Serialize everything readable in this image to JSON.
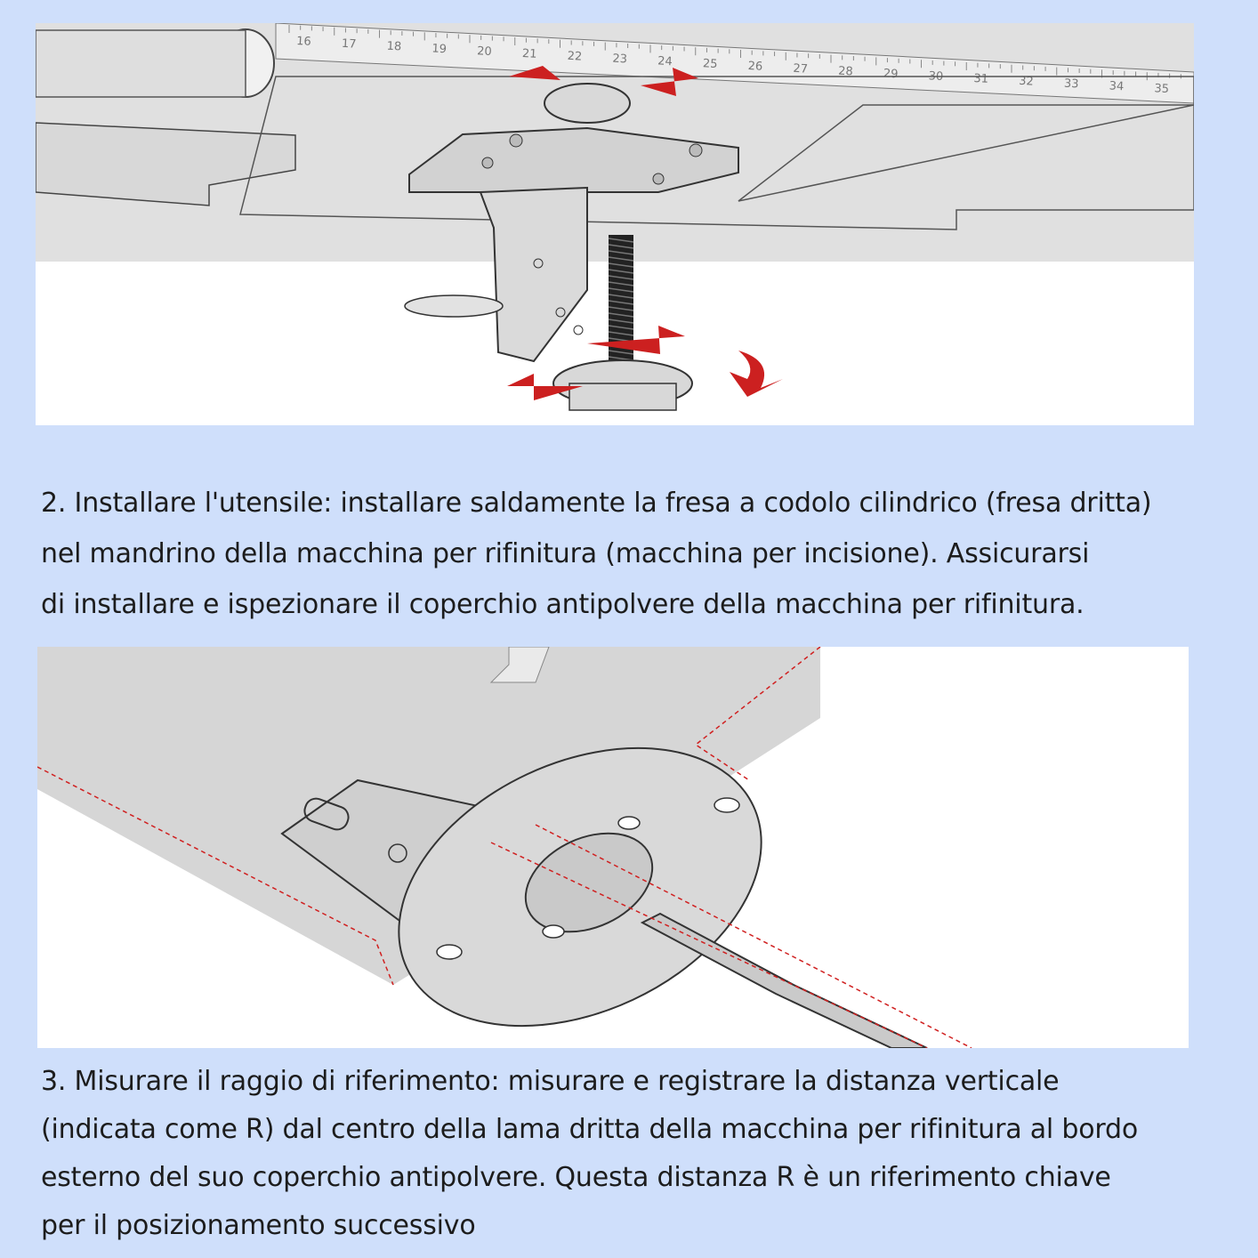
{
  "illustration_top": {
    "ruler_numbers": [
      "16",
      "17",
      "18",
      "19",
      "20",
      "21",
      "22",
      "23",
      "24",
      "25",
      "26",
      "27",
      "28",
      "29",
      "30",
      "31",
      "32",
      "33",
      "34",
      "35"
    ],
    "arrow_color": "#cc2020",
    "icons": [
      "rotate-arrow-icon",
      "rotate-arrow-icon"
    ]
  },
  "step2": {
    "lines": [
      "2. Installare l'utensile: installare saldamente la fresa a codolo cilindrico (fresa dritta)",
      "nel mandrino della macchina per rifinitura (macchina per incisione). Assicurarsi",
      "di installare e ispezionare il coperchio antipolvere della macchina per rifinitura."
    ]
  },
  "illustration_bottom": {
    "guide_line_color": "#d02020"
  },
  "step3": {
    "lines": [
      "3. Misurare il raggio di riferimento: misurare e registrare la distanza verticale",
      "(indicata come R) dal centro della lama dritta della macchina per rifinitura al bordo",
      "esterno del suo coperchio antipolvere. Questa distanza R è un riferimento chiave",
      "per il posizionamento successivo"
    ]
  },
  "colors": {
    "background": "#cfdffb",
    "panel": "#ffffff",
    "metal": "#d6d6d6",
    "outline": "#2a2a2a"
  }
}
